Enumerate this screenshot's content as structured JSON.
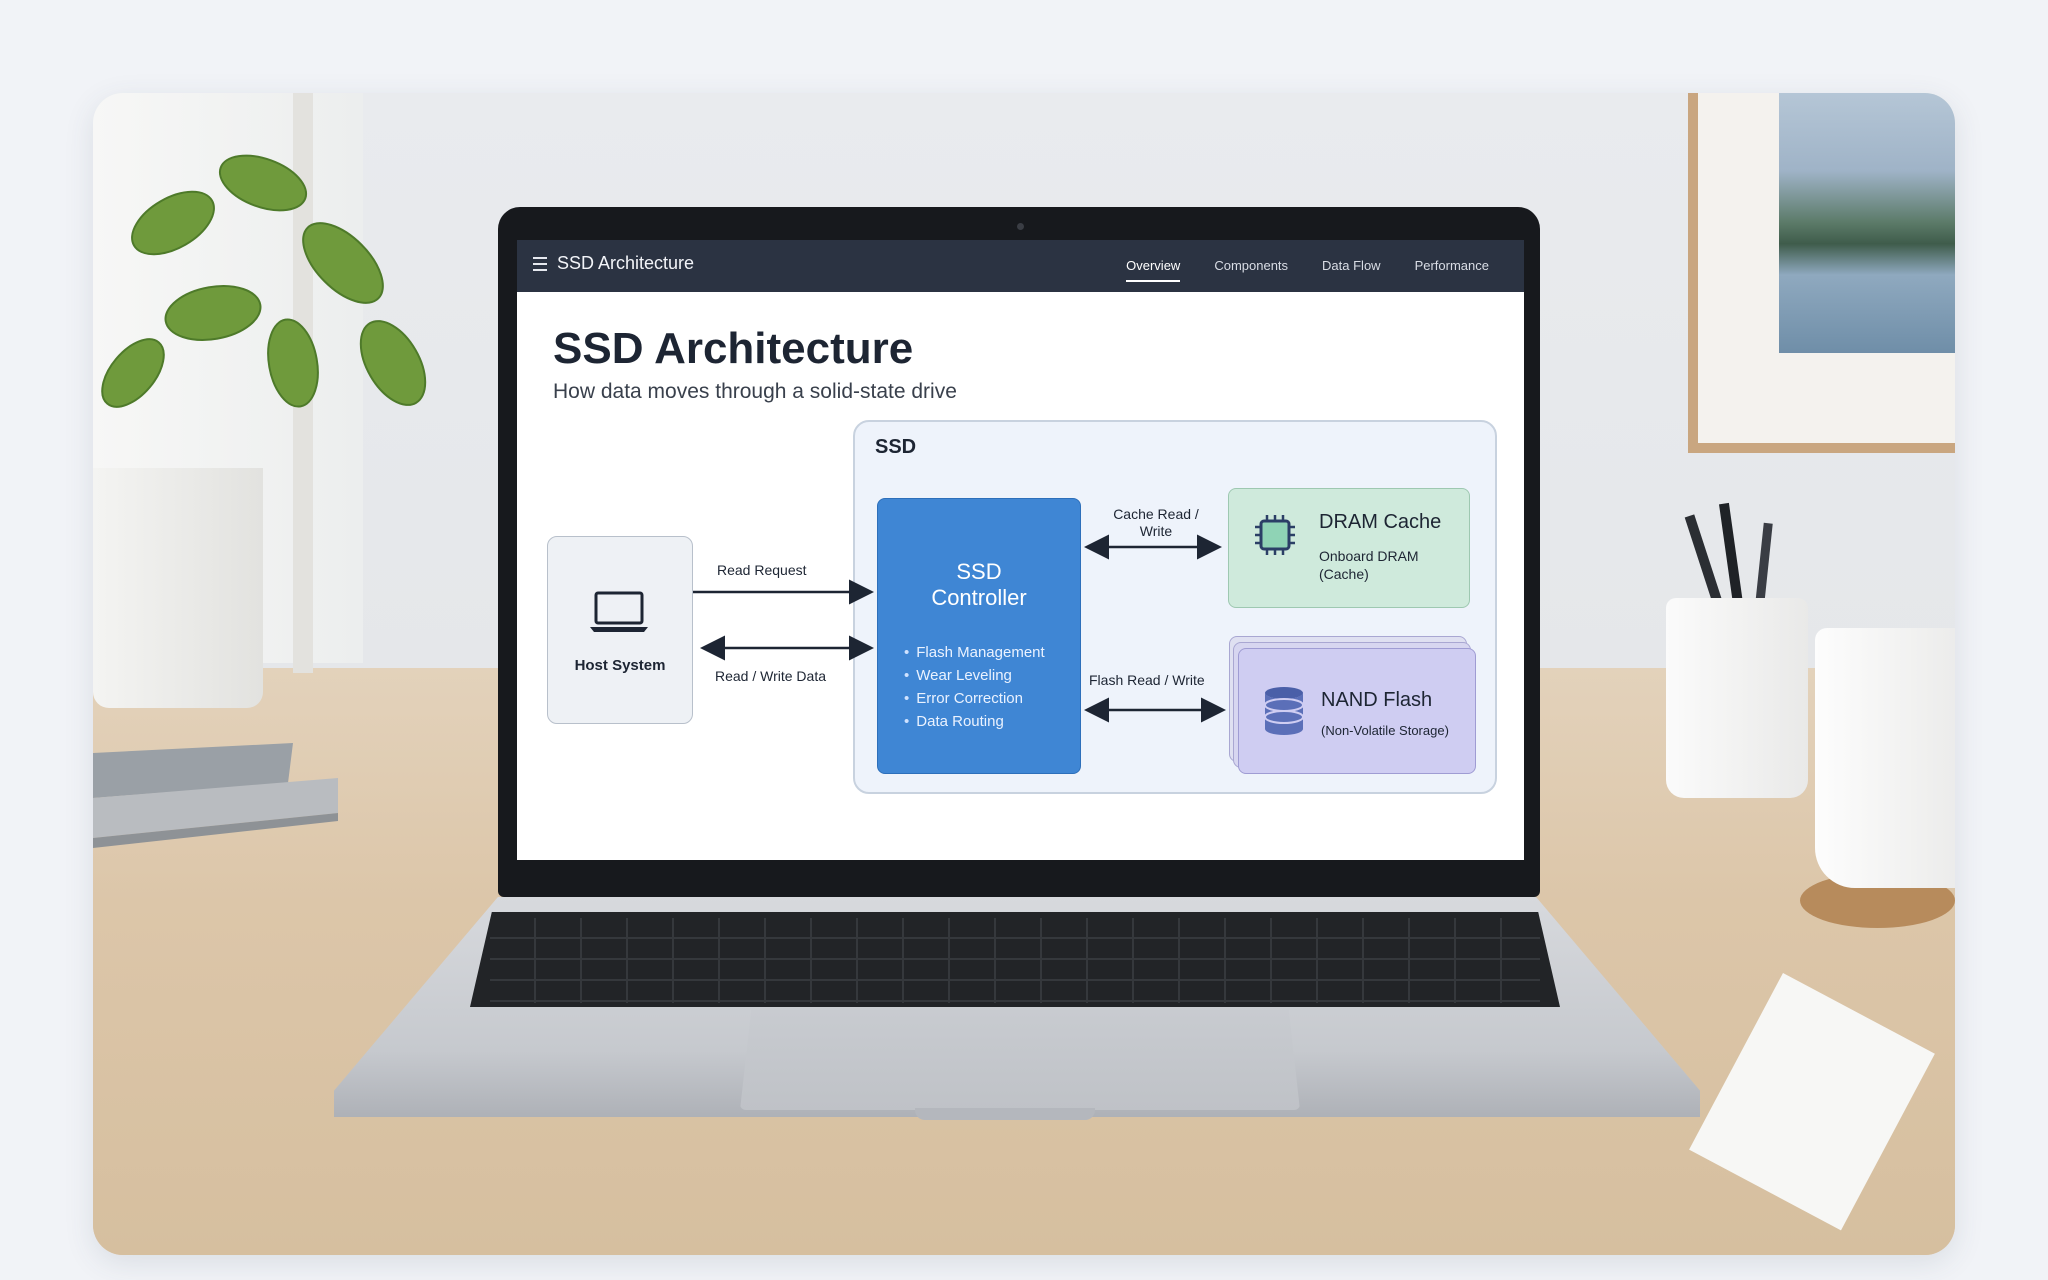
{
  "app": {
    "title": "SSD Architecture",
    "tabs": [
      {
        "label": "Overview",
        "active": true
      },
      {
        "label": "Components",
        "active": false
      },
      {
        "label": "Data Flow",
        "active": false
      },
      {
        "label": "Performance",
        "active": false
      }
    ]
  },
  "page": {
    "title": "SSD Architecture",
    "subtitle": "How data moves through a solid-state drive"
  },
  "diagram": {
    "container_label": "SSD",
    "host": {
      "label": "Host System",
      "icon": "laptop-icon"
    },
    "controller": {
      "title": "SSD Controller",
      "features": [
        "Flash Management",
        "Wear Leveling",
        "Error Correction",
        "Data Routing"
      ]
    },
    "dram": {
      "title": "DRAM Cache",
      "subtitle": "Onboard DRAM (Cache)",
      "icon": "chip-icon",
      "color": "#cfeadc"
    },
    "nand": {
      "title": "NAND Flash",
      "subtitle": "(Non-Volatile Storage)",
      "icon": "database-icon",
      "color": "#cfcdf2"
    },
    "flows": {
      "read_request": "Read Request",
      "read_write_data": "Read / Write Data",
      "cache_read_write": "Cache Read / Write",
      "flash_read_write": "Flash Read / Write"
    }
  },
  "colors": {
    "nav_bg": "#2b3342",
    "controller": "#3f86d4",
    "text_dark": "#1d2533"
  }
}
